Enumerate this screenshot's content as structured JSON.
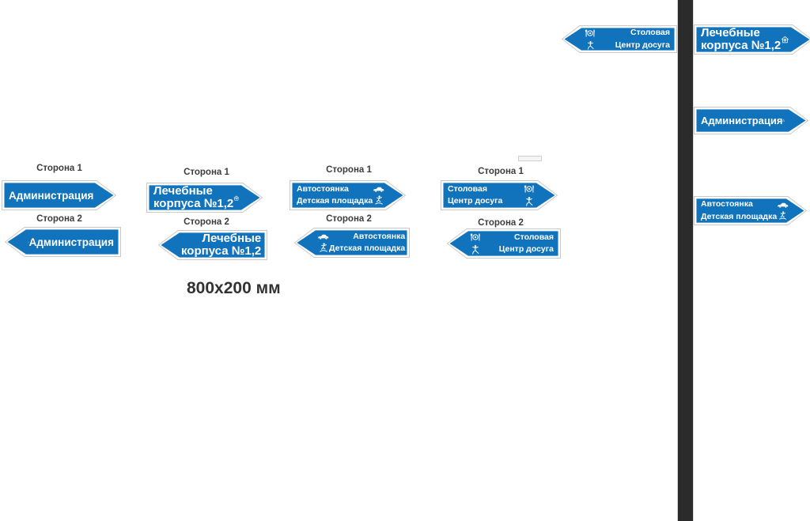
{
  "colors": {
    "sign_blue": "#1173bc",
    "sign_border_white": "#ffffff",
    "sign_outline_gray": "#c9c9c9",
    "pole_dark": "#2b2b2b",
    "label_text": "#3d3d3d"
  },
  "labels": {
    "side1": "Сторона 1",
    "side2": "Сторона 2",
    "dimension": "800x200 мм"
  },
  "signs": {
    "administration": {
      "text": "Администрация",
      "icon": "house-flag-icon"
    },
    "medical": {
      "line1": "Лечебные",
      "line2": "корпуса №1,2",
      "icon": "house-cross-icon"
    },
    "parking": {
      "line1": "Автостоянка",
      "line2": "Детская площадка",
      "icons": [
        "car-icon",
        "playground-icon"
      ]
    },
    "canteen": {
      "line1": "Столовая",
      "line2": "Центр досуга",
      "icons": [
        "dining-icon",
        "leisure-icon"
      ]
    }
  }
}
